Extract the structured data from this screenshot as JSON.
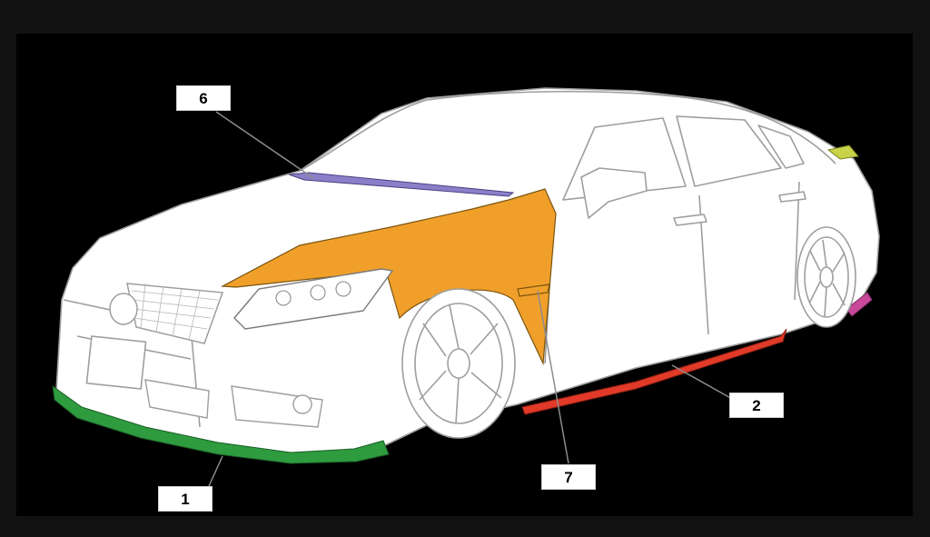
{
  "callouts": [
    {
      "id": "6",
      "label": "6",
      "part_color": "#8A7FC8"
    },
    {
      "id": "7",
      "label": "7",
      "part_color": "#F0A02A"
    },
    {
      "id": "2",
      "label": "2",
      "part_color": "#E23A28"
    },
    {
      "id": "1",
      "label": "1",
      "part_color": "#2E9B3F"
    }
  ],
  "colors": {
    "background": "#000000",
    "outline": "#BDBDBD",
    "body": "#FFFFFF",
    "trunk_spoiler": "#C9D34A",
    "rear_diffuser": "#C9489A"
  }
}
